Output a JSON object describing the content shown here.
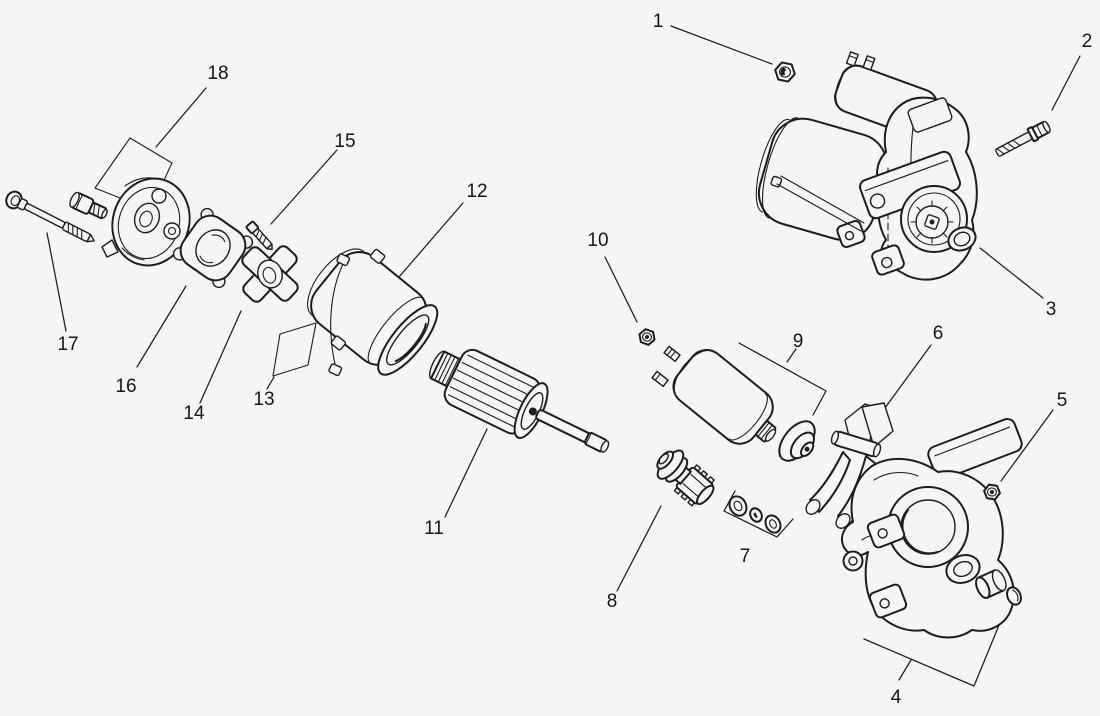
{
  "diagram": {
    "kind": "exploded-parts-diagram",
    "subject": "electric starter motor assembly",
    "background_color": "#f5f5f4",
    "line_color": "#1d1d1b",
    "label_color": "#151515",
    "callouts": [
      {
        "label": "1",
        "part": "flange-nut"
      },
      {
        "label": "2",
        "part": "mounting-bolt"
      },
      {
        "label": "3",
        "part": "starter-motor-assembly"
      },
      {
        "label": "4",
        "part": "drive-end-housing-with-bushing"
      },
      {
        "label": "5",
        "part": "hex-nut"
      },
      {
        "label": "6",
        "part": "drive-lever-fork"
      },
      {
        "label": "7",
        "part": "thrust-washer-set"
      },
      {
        "label": "8",
        "part": "drive-pinion-clutch"
      },
      {
        "label": "9",
        "part": "solenoid-with-plunger"
      },
      {
        "label": "10",
        "part": "hex-nut-small"
      },
      {
        "label": "11",
        "part": "armature"
      },
      {
        "label": "12",
        "part": "motor-housing-yoke"
      },
      {
        "label": "13",
        "part": "housing-strap-bracket"
      },
      {
        "label": "14",
        "part": "retainer-plate"
      },
      {
        "label": "15",
        "part": "terminal-screw"
      },
      {
        "label": "16",
        "part": "brush-holder-plate"
      },
      {
        "label": "17",
        "part": "through-bolt"
      },
      {
        "label": "18",
        "part": "commutator-end-cap"
      }
    ]
  }
}
